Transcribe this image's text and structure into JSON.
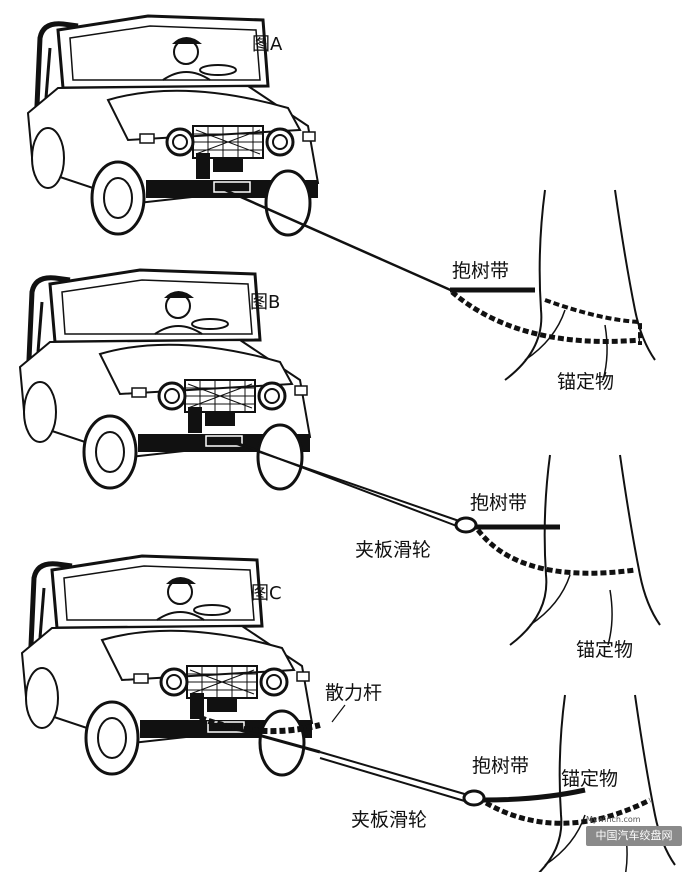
{
  "figures": [
    {
      "id": "A",
      "label": "图A",
      "anchor_label": "锚定物",
      "strap_label": "抱树带"
    },
    {
      "id": "B",
      "label": "图B",
      "anchor_label": "锚定物",
      "strap_label": "抱树带",
      "pulley_label": "夹板滑轮"
    },
    {
      "id": "C",
      "label": "图C",
      "anchor_label": "锚定物",
      "strap_label": "抱树带",
      "pulley_label": "夹板滑轮",
      "bar_label": "散力杆"
    }
  ],
  "watermark": {
    "url": "Mywinch.com",
    "site": "中国汽车绞盘网"
  },
  "colors": {
    "ink": "#111111",
    "paper": "#ffffff",
    "watermark_bg": "#8a8a8a"
  }
}
